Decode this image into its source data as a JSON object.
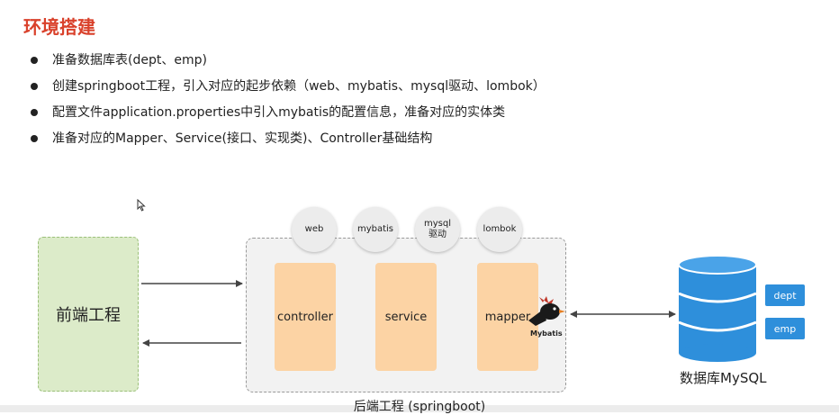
{
  "title": "环境搭建",
  "bullets": [
    "准备数据库表(dept、emp)",
    "创建springboot工程，引入对应的起步依赖（web、mybatis、mysql驱动、lombok）",
    "配置文件application.properties中引入mybatis的配置信息，准备对应的实体类",
    "准备对应的Mapper、Service(接口、实现类)、Controller基础结构"
  ],
  "diagram": {
    "frontend_label": "前端工程",
    "backend_label": "后端工程 (springboot)",
    "layers": {
      "controller": "controller",
      "service": "service",
      "mapper": "mapper"
    },
    "dependencies": {
      "web": "web",
      "mybatis": "mybatis",
      "mysql_line1": "mysql",
      "mysql_line2": "驱动",
      "lombok": "lombok"
    },
    "mybatis_logo_text": "Mybatis",
    "database_label": "数据库MySQL",
    "tables": [
      "dept",
      "emp"
    ]
  },
  "colors": {
    "title": "#d9412b",
    "frontend_fill": "#dcebc9",
    "layer_fill": "#fcd3a4",
    "database": "#2e8fdb"
  }
}
